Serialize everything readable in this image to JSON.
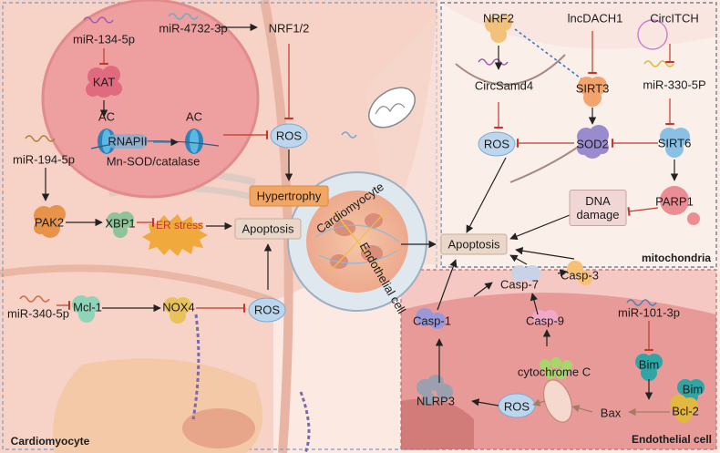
{
  "panels": {
    "cardiomyocyte": "Cardiomyocyte",
    "mitochondria": "mitochondria",
    "endothelial": "Endothelial cell"
  },
  "hub": {
    "top": "Cardiomyocyte",
    "bottom": "Endothelial cell"
  },
  "cardio": {
    "mir134": "miR-134-5p",
    "kat": "KAT",
    "ac1": "AC",
    "ac2": "AC",
    "rnapii": "RNAPII",
    "mnsod": "Mn-SOD/catalase",
    "mir4732": "miR-4732-3p",
    "nrf12": "NRF1/2",
    "ros1": "ROS",
    "hypertrophy": "Hypertrophy",
    "mir194": "miR-194-5p",
    "pak2": "PAK2",
    "xbp1": "XBP1",
    "erstress": "ER stress",
    "apoptosis": "Apoptosis",
    "mir340": "miR-340-5p",
    "mcl1": "Mcl-1",
    "nox4": "NOX4",
    "ros2": "ROS"
  },
  "mito": {
    "nrf2": "NRF2",
    "lncdach1": "lncDACH1",
    "circitch": "CircITCH",
    "circsamd4": "CircSamd4",
    "sirt3": "SIRT3",
    "mir330": "miR-330-5P",
    "ros": "ROS",
    "sod2": "SOD2",
    "sirt6": "SIRT6",
    "dna": "DNA",
    "damage": "damage",
    "parp1": "PARP1"
  },
  "center": {
    "apoptosis": "Apoptosis"
  },
  "endo": {
    "casp7": "Casp-7",
    "casp3": "Casp-3",
    "casp1": "Casp-1",
    "casp9": "Casp-9",
    "mir101": "miR-101-3p",
    "cytc": "cytochrome C",
    "bim1": "Bim",
    "bim2": "Bim",
    "nlrp3": "NLRP3",
    "ros": "ROS",
    "bax": "Bax",
    "bcl2": "Bcl-2"
  },
  "colors": {
    "cell_bg": "#f6d3c6",
    "nucleus": "#ee9fa0",
    "mito_bg": "#f9e6e0",
    "endo_bg": "#e89a98",
    "ros_fill": "#bcd6ee",
    "orange": "#f2a663",
    "tan": "#ead7c9",
    "accent_blue": "#4a8fd4",
    "inhibit": "#c0392b"
  }
}
